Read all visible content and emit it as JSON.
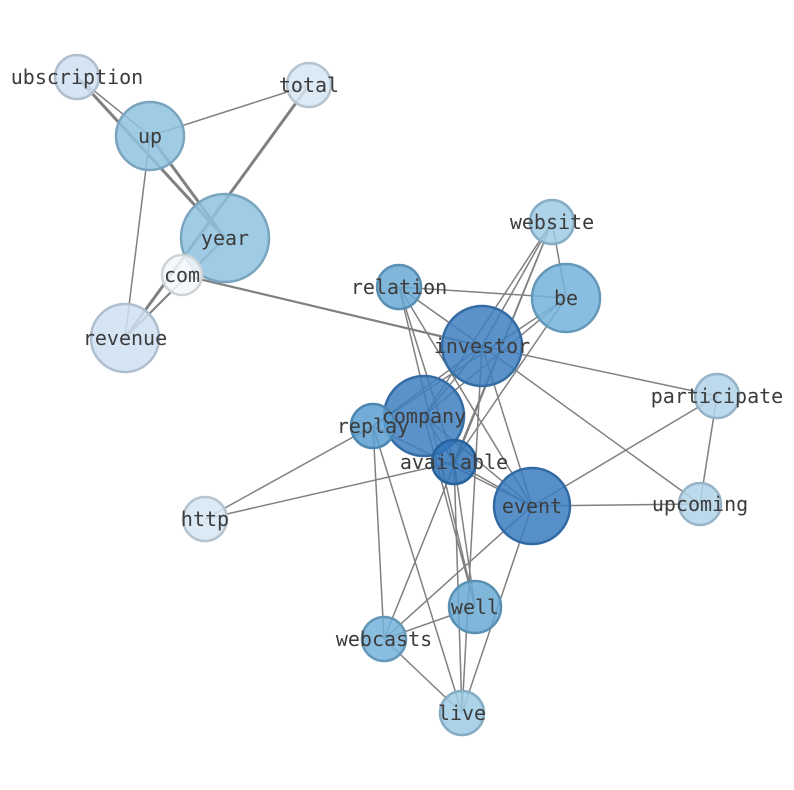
{
  "graph": {
    "nodes": [
      {
        "id": "ubscription",
        "label": "ubscription",
        "weight": 1,
        "color": "#cfe1f2"
      },
      {
        "id": "total",
        "label": "total",
        "weight": 1,
        "color": "#d6e6f4"
      },
      {
        "id": "up",
        "label": "up",
        "weight": 4,
        "color": "#8fc2e1"
      },
      {
        "id": "year",
        "label": "year",
        "weight": 6,
        "color": "#8fc2e1"
      },
      {
        "id": "com",
        "label": "com",
        "weight": 1,
        "color": "#f3f8fd"
      },
      {
        "id": "revenue",
        "label": "revenue",
        "weight": 4,
        "color": "#cfe1f2"
      },
      {
        "id": "website",
        "label": "website",
        "weight": 1,
        "color": "#9ecbe5"
      },
      {
        "id": "be",
        "label": "be",
        "weight": 4,
        "color": "#76b3da"
      },
      {
        "id": "relation",
        "label": "relation",
        "weight": 1,
        "color": "#6aa9d4"
      },
      {
        "id": "investor",
        "label": "investor",
        "weight": 6,
        "color": "#3e7fc0"
      },
      {
        "id": "participate",
        "label": "participate",
        "weight": 1,
        "color": "#b2d4ea"
      },
      {
        "id": "company",
        "label": "company",
        "weight": 6,
        "color": "#3e7fc0"
      },
      {
        "id": "replay",
        "label": "replay",
        "weight": 1,
        "color": "#5b9fd0"
      },
      {
        "id": "available",
        "label": "available",
        "weight": 1,
        "color": "#2f73b8"
      },
      {
        "id": "event",
        "label": "event",
        "weight": 5,
        "color": "#3a7cbf"
      },
      {
        "id": "upcoming",
        "label": "upcoming",
        "weight": 1,
        "color": "#b2d4ea"
      },
      {
        "id": "http",
        "label": "http",
        "weight": 1,
        "color": "#d6e6f4"
      },
      {
        "id": "well",
        "label": "well",
        "weight": 2,
        "color": "#6aa9d4"
      },
      {
        "id": "webcasts",
        "label": "webcasts",
        "weight": 1,
        "color": "#76b3da"
      },
      {
        "id": "live",
        "label": "live",
        "weight": 1,
        "color": "#9ecbe5"
      }
    ],
    "edges": [
      {
        "source": "ubscription",
        "target": "year",
        "weight": 3
      },
      {
        "source": "ubscription",
        "target": "up",
        "weight": 1
      },
      {
        "source": "up",
        "target": "total",
        "weight": 1
      },
      {
        "source": "up",
        "target": "year",
        "weight": 3
      },
      {
        "source": "up",
        "target": "revenue",
        "weight": 1
      },
      {
        "source": "total",
        "target": "revenue",
        "weight": 3
      },
      {
        "source": "year",
        "target": "revenue",
        "weight": 2
      },
      {
        "source": "com",
        "target": "investor",
        "weight": 2
      },
      {
        "source": "relation",
        "target": "be",
        "weight": 1
      },
      {
        "source": "relation",
        "target": "investor",
        "weight": 1
      },
      {
        "source": "relation",
        "target": "available",
        "weight": 1
      },
      {
        "source": "relation",
        "target": "event",
        "weight": 1
      },
      {
        "source": "relation",
        "target": "well",
        "weight": 1
      },
      {
        "source": "website",
        "target": "be",
        "weight": 1
      },
      {
        "source": "website",
        "target": "investor",
        "weight": 1
      },
      {
        "source": "website",
        "target": "company",
        "weight": 1
      },
      {
        "source": "website",
        "target": "available",
        "weight": 1
      },
      {
        "source": "website",
        "target": "webcasts",
        "weight": 1
      },
      {
        "source": "be",
        "target": "company",
        "weight": 1
      },
      {
        "source": "be",
        "target": "replay",
        "weight": 1
      },
      {
        "source": "be",
        "target": "available",
        "weight": 1
      },
      {
        "source": "investor",
        "target": "participate",
        "weight": 1
      },
      {
        "source": "investor",
        "target": "upcoming",
        "weight": 1
      },
      {
        "source": "investor",
        "target": "company",
        "weight": 1
      },
      {
        "source": "investor",
        "target": "event",
        "weight": 1
      },
      {
        "source": "investor",
        "target": "replay",
        "weight": 1
      },
      {
        "source": "investor",
        "target": "live",
        "weight": 1
      },
      {
        "source": "company",
        "target": "event",
        "weight": 1
      },
      {
        "source": "company",
        "target": "available",
        "weight": 1
      },
      {
        "source": "company",
        "target": "well",
        "weight": 1
      },
      {
        "source": "replay",
        "target": "http",
        "weight": 1
      },
      {
        "source": "replay",
        "target": "event",
        "weight": 1
      },
      {
        "source": "replay",
        "target": "webcasts",
        "weight": 1
      },
      {
        "source": "replay",
        "target": "live",
        "weight": 1
      },
      {
        "source": "available",
        "target": "http",
        "weight": 1
      },
      {
        "source": "available",
        "target": "well",
        "weight": 1
      },
      {
        "source": "available",
        "target": "event",
        "weight": 1
      },
      {
        "source": "available",
        "target": "live",
        "weight": 1
      },
      {
        "source": "event",
        "target": "participate",
        "weight": 1
      },
      {
        "source": "event",
        "target": "upcoming",
        "weight": 1
      },
      {
        "source": "event",
        "target": "webcasts",
        "weight": 1
      },
      {
        "source": "event",
        "target": "live",
        "weight": 1
      },
      {
        "source": "participate",
        "target": "upcoming",
        "weight": 1
      },
      {
        "source": "well",
        "target": "webcasts",
        "weight": 1
      },
      {
        "source": "webcasts",
        "target": "live",
        "weight": 1
      }
    ]
  }
}
